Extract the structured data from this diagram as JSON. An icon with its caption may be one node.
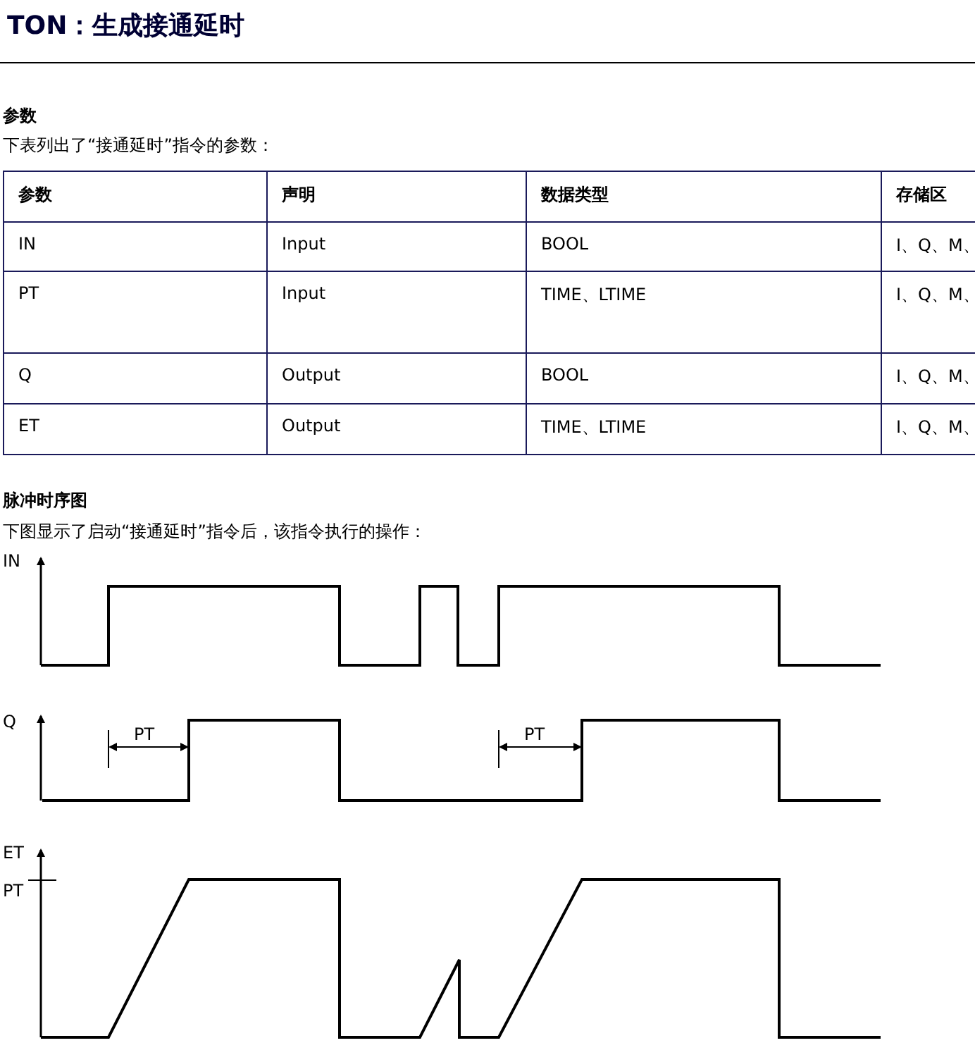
{
  "diagram": {
    "title": "TON：生成接通延时",
    "labels": [
      "参数",
      "下表列出了“接通延时”指令的参数：",
      "参数",
      "声明",
      "数据类型",
      "存储区",
      "IN",
      "Input",
      "BOOL",
      "I、Q、M、",
      "PT",
      "Input",
      "TIME、LTIME",
      "I、Q、M、",
      "Q",
      "Output",
      "BOOL",
      "I、Q、M、",
      "ET",
      "Output",
      "TIME、LTIME",
      "I、Q、M、",
      "脉冲时序图",
      "下图显示了启动“接通延时”指令后，该指令执行的操作：",
      "IN",
      "Q",
      "PT",
      "PT",
      "ET",
      "PT"
    ]
  }
}
